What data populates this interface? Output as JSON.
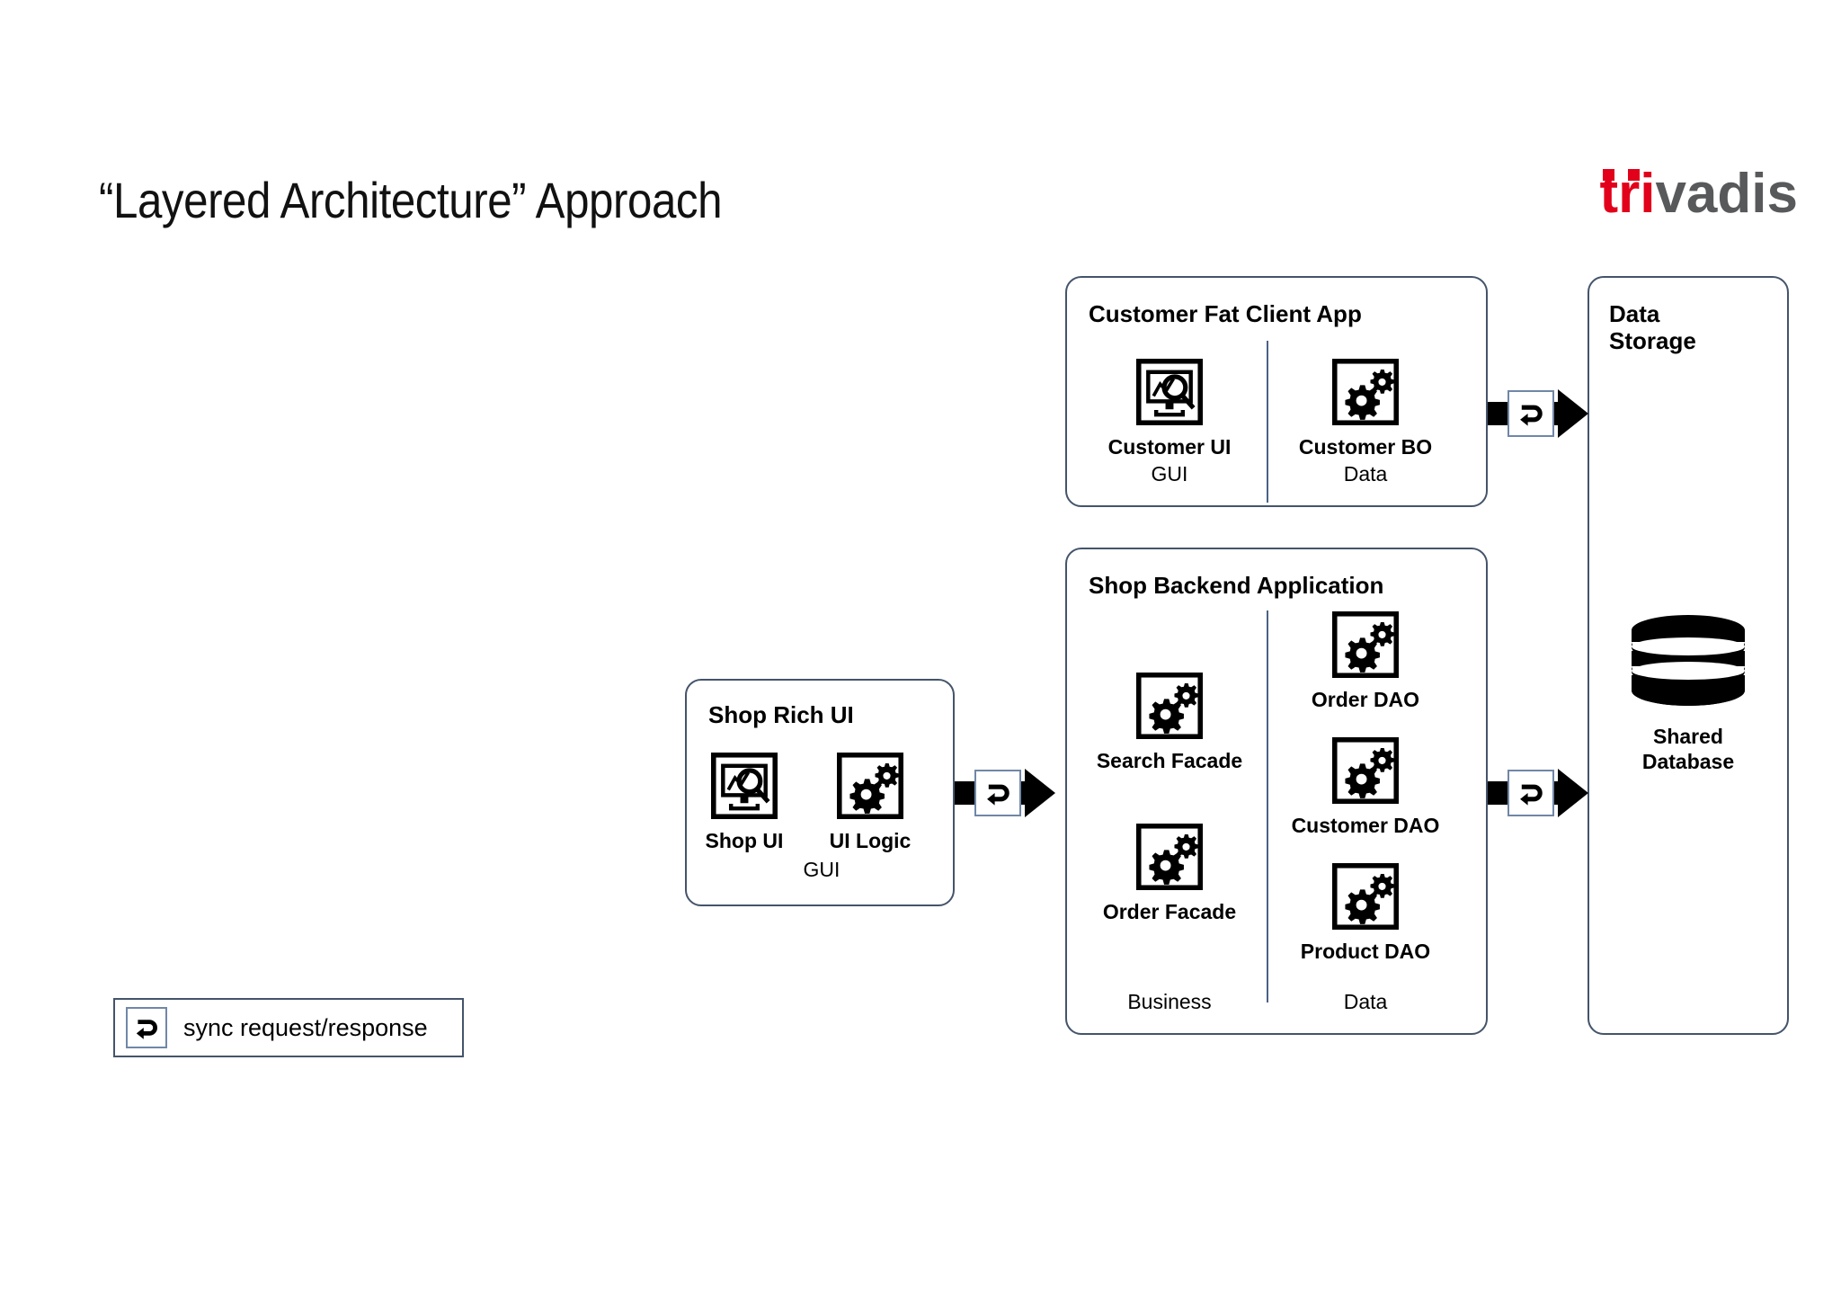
{
  "slide": {
    "title": "“Layered Architecture” Approach"
  },
  "brand": {
    "name": "trivadis",
    "part_red": "tri",
    "part_gray": "vadis",
    "color_red": "#e2001a",
    "color_gray": "#58595b"
  },
  "theme": {
    "box_border": "#44546a",
    "divider": "#4a6285",
    "icon_black": "#000000",
    "background": "#ffffff"
  },
  "diagram": {
    "boxes": [
      {
        "id": "customer-fat-client-app",
        "title": "Customer  Fat Client App",
        "layers": [
          "GUI",
          "Data"
        ],
        "components": [
          {
            "name": "Customer UI",
            "icon": "monitor-search-icon",
            "layer": "GUI"
          },
          {
            "name": "Customer BO",
            "icon": "gears-icon",
            "layer": "Data"
          }
        ]
      },
      {
        "id": "shop-backend-application",
        "title": "Shop Backend Application",
        "layers": [
          "Business",
          "Data"
        ],
        "components": [
          {
            "name": "Search Facade",
            "icon": "gears-icon",
            "layer": "Business"
          },
          {
            "name": "Order Facade",
            "icon": "gears-icon",
            "layer": "Business"
          },
          {
            "name": "Order DAO",
            "icon": "gears-icon",
            "layer": "Data"
          },
          {
            "name": "Customer DAO",
            "icon": "gears-icon",
            "layer": "Data"
          },
          {
            "name": "Product DAO",
            "icon": "gears-icon",
            "layer": "Data"
          }
        ]
      },
      {
        "id": "shop-rich-ui",
        "title": "Shop Rich UI",
        "layers": [
          "GUI"
        ],
        "components": [
          {
            "name": "Shop UI",
            "icon": "monitor-search-icon",
            "layer": "GUI"
          },
          {
            "name": "UI Logic",
            "icon": "gears-icon",
            "layer": "GUI"
          }
        ]
      },
      {
        "id": "data-storage",
        "title": "Data Storage",
        "layers": [],
        "components": [
          {
            "name": "Shared Database",
            "icon": "database-cylinder-icon",
            "layer": ""
          }
        ]
      }
    ],
    "connectors": [
      {
        "id": "customer-bo-to-data-storage",
        "kind": "sync-request-response",
        "from": "customer-fat-client-app",
        "to": "data-storage"
      },
      {
        "id": "shop-rich-ui-to-backend",
        "kind": "sync-request-response",
        "from": "shop-rich-ui",
        "to": "shop-backend-application"
      },
      {
        "id": "backend-to-data-storage",
        "kind": "sync-request-response",
        "from": "shop-backend-application",
        "to": "data-storage"
      }
    ]
  },
  "legend": {
    "icon": "sync-request-response-icon",
    "label": "sync request/response"
  },
  "labels": {
    "shared_database_line1": "Shared",
    "shared_database_line2": "Database",
    "data_storage_line1": "Data",
    "data_storage_line2": "Storage"
  }
}
